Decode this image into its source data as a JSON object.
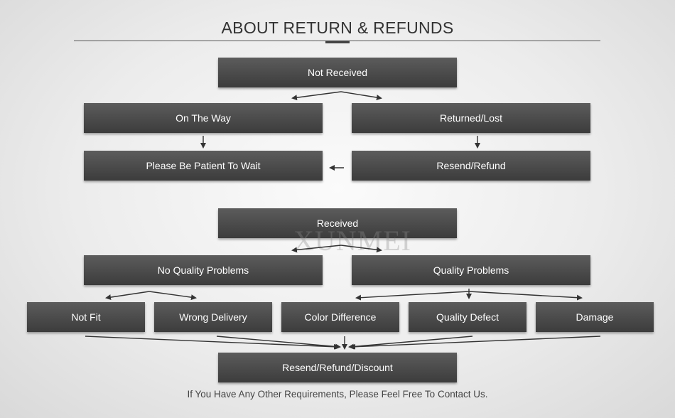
{
  "title": "ABOUT RETURN & REFUNDS",
  "watermark": "XUNMEI",
  "footer": "If You Have Any Other Requirements, Please Feel Free To Contact Us.",
  "not_received_section": {
    "root": "Not Received",
    "left": "On The Way",
    "right": "Returned/Lost",
    "left_result": "Please Be Patient To Wait",
    "right_result": "Resend/Refund"
  },
  "received_section": {
    "root": "Received",
    "left": "No Quality Problems",
    "right": "Quality Problems",
    "leaves": [
      "Not Fit",
      "Wrong Delivery",
      "Color Difference",
      "Quality Defect",
      "Damage"
    ],
    "outcome": "Resend/Refund/Discount"
  }
}
